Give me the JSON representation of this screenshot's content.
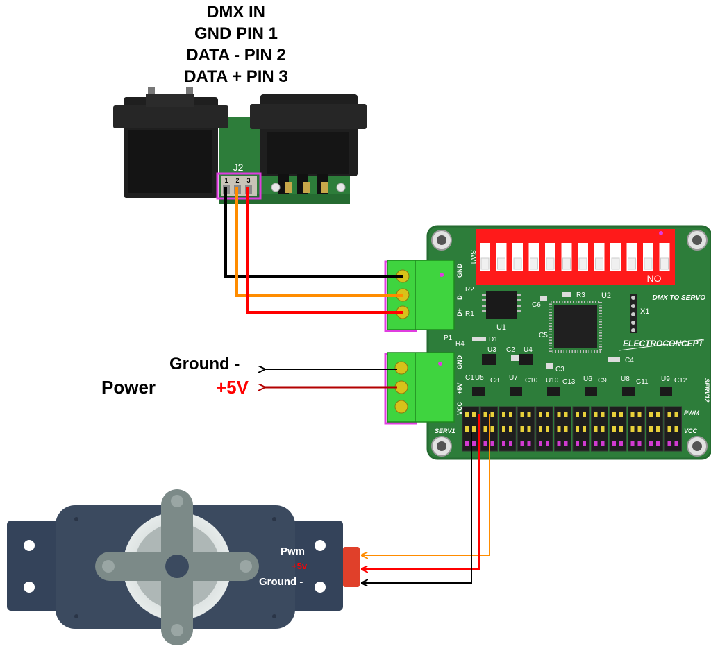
{
  "header": {
    "lines": [
      "DMX IN",
      "GND PIN 1",
      "DATA - PIN 2",
      "DATA + PIN 3"
    ]
  },
  "connector": {
    "ref": "J2",
    "pins": [
      "1",
      "2",
      "3"
    ]
  },
  "board": {
    "title": "DMX TO SERVO",
    "brand": "ELECTROCONCEPT",
    "switch": {
      "ref": "SW1",
      "state_label": "NO",
      "positions": 12
    },
    "p1_ref": "P1",
    "p1_labels": [
      "GND",
      "D-",
      "D+"
    ],
    "power_labels": [
      "GND",
      "+5V",
      "VCC"
    ],
    "components": [
      "R2",
      "R1",
      "R3",
      "R4",
      "U1",
      "U2",
      "U3",
      "U4",
      "C2",
      "C3",
      "C4",
      "C5",
      "C6",
      "D1",
      "X1",
      "C1",
      "U5",
      "C8",
      "U7",
      "C10",
      "U10",
      "C13",
      "U6",
      "C9",
      "U8",
      "C11",
      "U9",
      "C12"
    ],
    "serv_first": "SERV1",
    "serv_last": "SERV12",
    "pwm_label": "PWM",
    "vcc_label": "VCC",
    "servo_channels": 12
  },
  "power": {
    "title": "Power",
    "ground_label": "Ground -",
    "plus_label": "+5V"
  },
  "servo": {
    "pwm_label": "Pwm",
    "plus_label": "+5v",
    "ground_label": "Ground -"
  },
  "colors": {
    "pcb": "#2d7d3a",
    "pcb_dark": "#256b31",
    "terminal": "#3fd43f",
    "wire_black": "#000000",
    "wire_orange": "#ff8c00",
    "wire_red": "#ff0000",
    "power_red": "#b30000",
    "plus_text": "#ff0000",
    "servo_body": "#3b4a5f",
    "servo_arm": "#7c8a88",
    "servo_connector": "#e0402a",
    "switch_red": "#ff1a1a"
  }
}
